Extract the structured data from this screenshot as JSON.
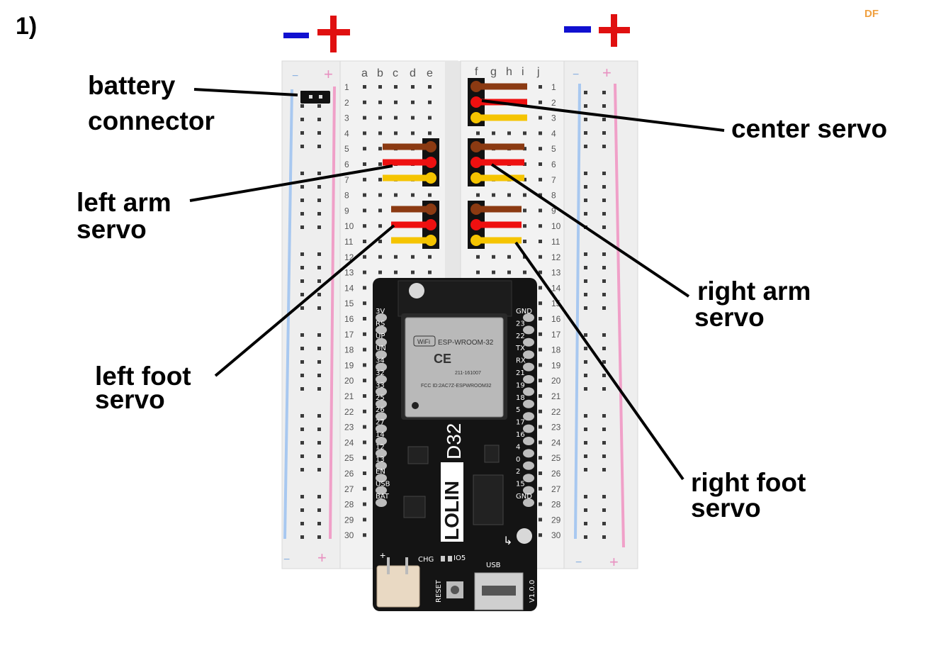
{
  "step_label": "1)",
  "watermark": "DF",
  "rails": {
    "minus": "−",
    "plus": "+",
    "minus_small": "−",
    "plus_small": "+"
  },
  "columns_left": [
    "a",
    "b",
    "c",
    "d",
    "e"
  ],
  "columns_right": [
    "f",
    "g",
    "h",
    "i",
    "j"
  ],
  "rows": [
    "1",
    "2",
    "3",
    "4",
    "5",
    "6",
    "7",
    "8",
    "9",
    "10",
    "11",
    "12",
    "13",
    "14",
    "15",
    "16",
    "17",
    "18",
    "19",
    "20",
    "21",
    "22",
    "23",
    "24",
    "25",
    "26",
    "27",
    "28",
    "29",
    "30"
  ],
  "labels": {
    "battery": "battery",
    "connector": "connector",
    "left_arm_1": "left arm",
    "left_arm_2": "servo",
    "left_foot_1": "left foot",
    "left_foot_2": "servo",
    "center_servo": "center servo",
    "right_arm_1": "right arm",
    "right_arm_2": "servo",
    "right_foot_1": "right foot",
    "right_foot_2": "servo"
  },
  "board": {
    "name_lolin": "LOLIN",
    "name_d32": "D32",
    "module": "ESP-WROOM-32",
    "wifi": "WiFi",
    "ce": "CE",
    "r_code": "211-161007",
    "fcc": "FCC ID:2AC7Z-ESPWROOM32",
    "left_pins": [
      "3V",
      "RS",
      "UP",
      "UN",
      "34",
      "32",
      "33",
      "25",
      "26",
      "27",
      "14",
      "12",
      "13",
      "EN",
      "USB",
      "BAT"
    ],
    "right_pins": [
      "GND",
      "23",
      "22",
      "TX",
      "RX",
      "21",
      "19",
      "18",
      "5",
      "17",
      "16",
      "4",
      "0",
      "2",
      "15",
      "GND"
    ],
    "chg": "CHG",
    "io5": "IO5",
    "usb": "USB",
    "reset": "RESET",
    "version": "V1.0.0",
    "plus": "+"
  },
  "colors": {
    "minus": "#1010d0",
    "plus": "#e01010",
    "wire_brown": "#8b3a12",
    "wire_red": "#ee1010",
    "wire_yellow": "#f5c400",
    "board": "#141414",
    "rail_blue": "#a8c8f0",
    "rail_pink": "#f0a0c8",
    "watermark": "#f0a040"
  }
}
